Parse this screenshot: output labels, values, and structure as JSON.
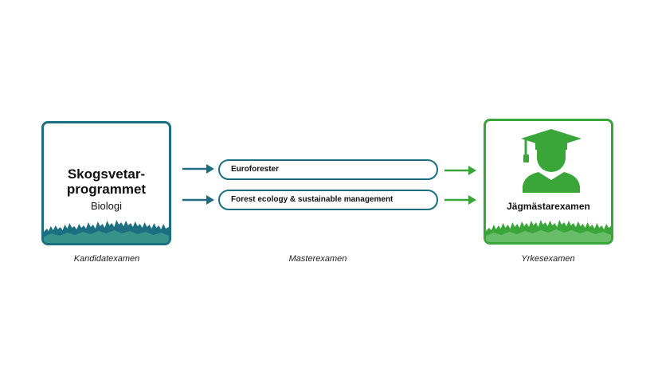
{
  "left_box": {
    "title_line1": "Skogsvetar-",
    "title_line2": "programmet",
    "subtitle": "Biologi",
    "caption": "Kandidatexamen"
  },
  "programs": [
    {
      "label": "Euroforester"
    },
    {
      "label": "Forest ecology & sustainable management"
    }
  ],
  "middle_caption": "Masterexamen",
  "right_box": {
    "title": "Jägmästarexamen",
    "caption": "Yrkesexamen",
    "icon": "graduate-icon"
  },
  "colors": {
    "teal": "#1b6f80",
    "green": "#3aa63a"
  }
}
